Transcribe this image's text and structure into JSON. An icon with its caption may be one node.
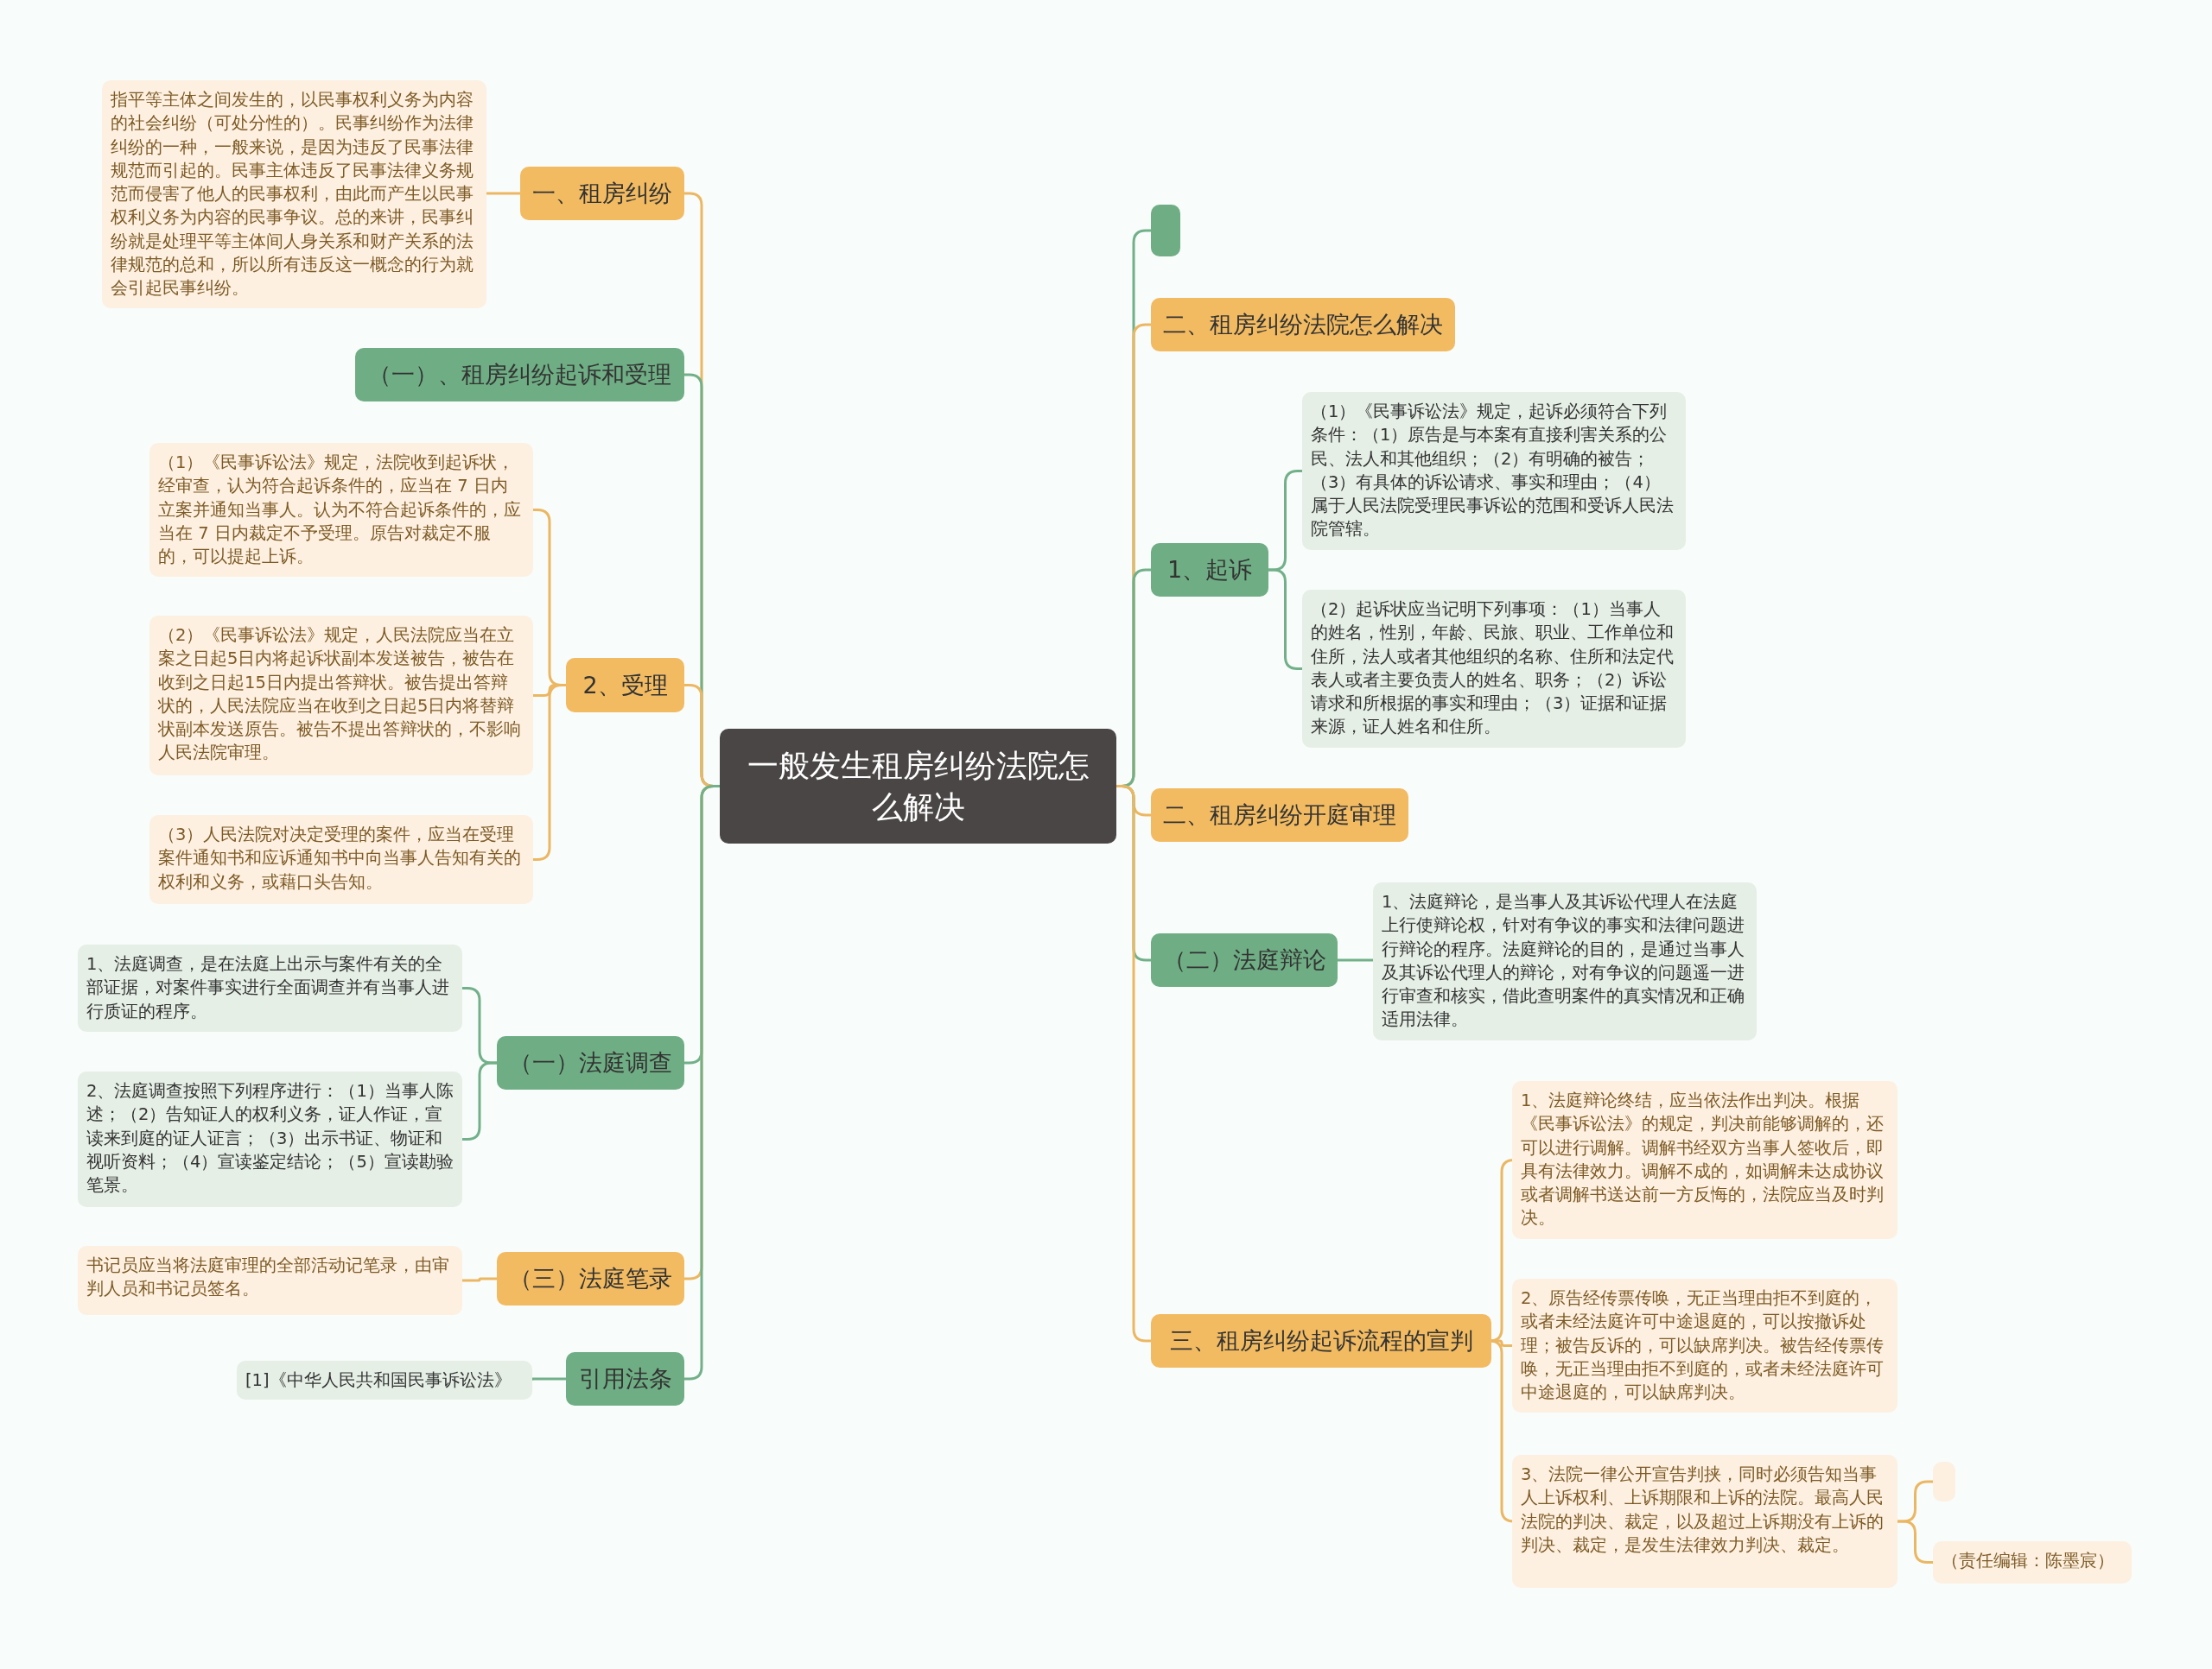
{
  "diagram": {
    "nodes": [
      {
        "text": [
          "一般发生租房纠纷法院怎么解决"
        ]
      },
      {
        "text": [
          "一、租房纠纷"
        ]
      },
      {
        "text": [
          "指平等主体之间发生的，以民事权利义务为内容的社会纠纷（可处分性的）。民事纠纷作为法律纠纷的一种，一般来说，是因为违反了民事法律规范而引起的。民事主体违反了民事法律义务规范而侵害了他人的民事权利，由此而产生以民事权利义务为内容的民事争议。总的来讲，民事纠纷就是处理平等主体间人身关系和财产关系的法律规范的总和，所以所有违反这一概念的行为就会引起民事纠纷。"
        ]
      },
      {
        "text": [
          "（一）、租房纠纷起诉和受理"
        ]
      },
      {
        "text": [
          "2、受理"
        ]
      },
      {
        "text": [
          "（1）《民事诉讼法》规定，法院收到起诉状，经审查，认为符合起诉条件的，应当在 7 日内立案并通知当事人。认为不符合起诉条件的，应当在 7 日内裁定不予受理。原告对裁定不服的，可以提起上诉。"
        ]
      },
      {
        "text": [
          "（2）《民事诉讼法》规定，人民法院应当在立案之日起5日内将起诉状副本发送被告，被告在收到之日起15日内提出答辩状。被告提出答辩状的，人民法院应当在收到之日起5日内将替辩状副本发送原告。被告不提出答辩状的，不影响人民法院审理。"
        ]
      },
      {
        "text": [
          "（3）人民法院对决定受理的案件，应当在受理案件通知书和应诉通知书中向当事人告知有关的权利和义务，或藉口头告知。"
        ]
      },
      {
        "text": [
          "（一）法庭调查"
        ]
      },
      {
        "text": [
          "1、法庭调查，是在法庭上出示与案件有关的全部证据，对案件事实进行全面调查并有当事人进行质证的程序。"
        ]
      },
      {
        "text": [
          "2、法庭调查按照下列程序进行：（1）当事人陈述；（2）告知证人的权利义务，证人作证，宣读来到庭的证人证言；（3）出示书证、物证和视听资料；（4）宣读鉴定结论；（5）宣读勘验笔景。"
        ]
      },
      {
        "text": [
          "（三）法庭笔录"
        ]
      },
      {
        "text": [
          "书记员应当将法庭审理的全部活动记笔录，由审判人员和书记员签名。"
        ]
      },
      {
        "text": [
          "引用法条"
        ]
      },
      {
        "text": [
          "[1]《中华人民共和国民事诉讼法》"
        ]
      },
      {
        "text": [],
        "shape": "box"
      },
      {
        "text": [
          "二、租房纠纷法院怎么解决"
        ]
      },
      {
        "text": [
          "1、起诉"
        ]
      },
      {
        "text": [
          "（1）《民事诉讼法》规定，起诉必须符合下列条件：（1）原告是与本案有直接利害关系的公民、法人和其他组织；（2）有明确的被告；（3）有具体的诉讼请求、事实和理由；（4）属于人民法院受理民事诉讼的范围和受诉人民法院管辖。"
        ]
      },
      {
        "text": [
          "（2）起诉状应当记明下列事项：（1）当事人的姓名，性别，年龄、民旅、职业、工作单位和住所，法人或者其他组织的名称、住所和法定代表人或者主要负责人的姓名、职务；（2）诉讼请求和所根据的事实和理由；（3）证据和证据来源，证人姓名和住所。"
        ]
      },
      {
        "text": [
          "二、租房纠纷开庭审理"
        ]
      },
      {
        "text": [
          "（二）法庭辩论"
        ]
      },
      {
        "text": [
          "1、法庭辩论，是当事人及其诉讼代理人在法庭上行使辩论权，针对有争议的事实和法律问题进行辩论的程序。法庭辩论的目的，是通过当事人及其诉讼代理人的辩论，对有争议的问题遥一进行审查和核实，借此查明案件的真实情况和正确适用法律。"
        ]
      },
      {
        "text": [
          "三、租房纠纷起诉流程的宣判"
        ]
      },
      {
        "text": [
          "1、法庭辩论终结，应当依法作出判决。根据《民事诉讼法》的规定，判决前能够调解的，还可以进行调解。调解书经双方当事人签收后，即具有法律效力。调解不成的，如调解未达成协议或者调解书送达前一方反悔的，法院应当及时判决。"
        ]
      },
      {
        "text": [
          "2、原告经传票传唤，无正当理由拒不到庭的，或者未经法庭许可中途退庭的，可以按撤诉处理；被告反诉的，可以缺席判决。被告经传票传唤，无正当理由拒不到庭的，或者未经法庭许可中途退庭的，可以缺席判决。"
        ]
      },
      {
        "text": [
          "3、法院一律公开宣告判挟，同时必须告知当事人上诉权利、上诉期限和上诉的法院。最高人民法院的判决、裁定，以及超过上诉期没有上诉的判决、裁定，是发生法律效力判决、裁定。"
        ]
      },
      {
        "text": [],
        "shape": "box"
      },
      {
        "text": [
          "（责任编辑：陈墨宸）"
        ]
      }
    ],
    "edges": [
      {
        "from": 0,
        "to": 1,
        "arrow": "none"
      },
      {
        "from": 1,
        "to": 2,
        "arrow": "none"
      },
      {
        "from": 0,
        "to": 3,
        "arrow": "none",
        "color": "#72b089"
      },
      {
        "from": 0,
        "to": 4,
        "arrow": "none"
      },
      {
        "from": 4,
        "to": 5,
        "arrow": "none"
      },
      {
        "from": 4,
        "to": 6,
        "arrow": "none"
      },
      {
        "from": 4,
        "to": 7,
        "arrow": "none"
      },
      {
        "from": 0,
        "to": 8,
        "arrow": "none",
        "color": "#72b089"
      },
      {
        "from": 8,
        "to": 9,
        "arrow": "none",
        "color": "#72b089"
      },
      {
        "from": 8,
        "to": 10,
        "arrow": "none",
        "color": "#72b089"
      },
      {
        "from": 0,
        "to": 11,
        "arrow": "none"
      },
      {
        "from": 11,
        "to": 12,
        "arrow": "none"
      },
      {
        "from": 0,
        "to": 13,
        "arrow": "none",
        "color": "#72b089"
      },
      {
        "from": 13,
        "to": 14,
        "arrow": "none",
        "color": "#72b089"
      },
      {
        "from": 0,
        "to": 15,
        "arrow": "none",
        "color": "#72b089"
      },
      {
        "from": 0,
        "to": 16,
        "arrow": "none"
      },
      {
        "from": 0,
        "to": 17,
        "arrow": "none",
        "color": "#72b089"
      },
      {
        "from": 17,
        "to": 18,
        "arrow": "none",
        "color": "#72b089"
      },
      {
        "from": 17,
        "to": 19,
        "arrow": "none",
        "color": "#72b089"
      },
      {
        "from": 0,
        "to": 20,
        "arrow": "none"
      },
      {
        "from": 0,
        "to": 21,
        "arrow": "none",
        "color": "#72b089"
      },
      {
        "from": 21,
        "to": 22,
        "arrow": "none",
        "color": "#72b089"
      },
      {
        "from": 0,
        "to": 23,
        "arrow": "none"
      },
      {
        "from": 23,
        "to": 24,
        "arrow": "none"
      },
      {
        "from": 23,
        "to": 25,
        "arrow": "none"
      },
      {
        "from": 23,
        "to": 26,
        "arrow": "none"
      },
      {
        "from": 26,
        "to": 27,
        "arrow": "none"
      },
      {
        "from": 26,
        "to": 28,
        "arrow": "none"
      }
    ]
  }
}
